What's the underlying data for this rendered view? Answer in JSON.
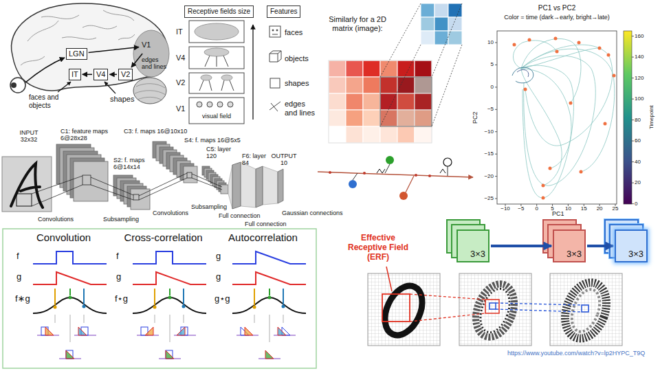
{
  "diagram": {
    "nodes": [
      {
        "text": [
          "LGN"
        ]
      },
      {
        "text": [
          "V1"
        ]
      },
      {
        "text": [
          "V2"
        ]
      },
      {
        "text": [
          "V4"
        ]
      },
      {
        "text": [
          "IT"
        ]
      },
      {
        "text": [
          "Receptive fields size"
        ]
      },
      {
        "text": [
          "Features"
        ]
      },
      {
        "text": [
          "3×3"
        ]
      },
      {
        "text": [
          "3×3"
        ]
      },
      {
        "text": [
          "3×3"
        ]
      }
    ],
    "edges": [
      {
        "from": 0,
        "to": 1,
        "arrow": "to"
      },
      {
        "from": 1,
        "to": 2,
        "arrow": "to"
      },
      {
        "from": 2,
        "to": 3,
        "arrow": "to"
      },
      {
        "from": 3,
        "to": 4,
        "arrow": "to"
      },
      {
        "from": 7,
        "to": 8,
        "arrow": "to"
      },
      {
        "from": 8,
        "to": 9,
        "arrow": "to"
      }
    ],
    "labels": [
      "edges and lines",
      "shapes",
      "faces and objects",
      "IT",
      "V4",
      "V2",
      "V1",
      "visual field",
      "faces",
      "objects",
      "shapes",
      "edges and lines",
      "Similarly for a 2D matrix (image):",
      "PC1 vs PC2",
      "Color = time (dark→early, bright→late)",
      "10",
      "5",
      "0",
      "−5",
      "−10",
      "−15",
      "−20",
      "−25",
      "−10",
      "−5",
      "0",
      "5",
      "10",
      "15",
      "20",
      "25",
      "PC2",
      "PC1",
      "160",
      "140",
      "120",
      "100",
      "80",
      "60",
      "40",
      "20",
      "0",
      "Timepoint",
      "INPUT 32x32",
      "C1: feature maps 6@28x28",
      "S2: f. maps 6@14x14",
      "C3: f. maps 16@10x10",
      "S4: f. maps 16@5x5",
      "C5: layer 120",
      "F6: layer 84",
      "OUTPUT 10",
      "Convolutions",
      "Subsampling",
      "Convolutions",
      "Subsampling",
      "Full connection",
      "Full connection",
      "Gaussian connections",
      "Convolution",
      "Cross-correlation",
      "Autocorrelation",
      "f",
      "g",
      "f∗g",
      "f",
      "g",
      "f⋆g",
      "g",
      "g",
      "g⋆g",
      "Effective Receptive Field (ERF)",
      "https://www.youtube.com/watch?v=lp2HYPC_T9Q"
    ]
  }
}
